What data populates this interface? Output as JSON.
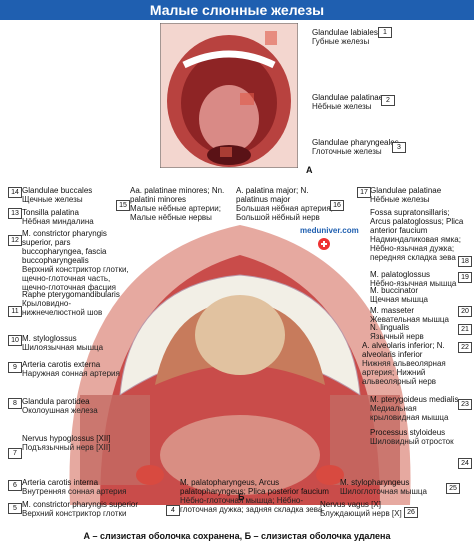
{
  "title": "Малые слюнные железы",
  "panel_a_letter": "А",
  "panel_b_letter": "Б",
  "logo": "meduniver.com",
  "caption": "А – слизистая оболочка сохранена, Б – слизистая оболочка удалена",
  "labels": [
    {
      "n": "1",
      "lat": "Glandulae labiales",
      "ru": "Губные железы"
    },
    {
      "n": "2",
      "lat": "Glandulae palatinae",
      "ru": "Нёбные железы"
    },
    {
      "n": "3",
      "lat": "Glandulae pharyngeales",
      "ru": "Глоточные железы"
    },
    {
      "n": "14",
      "lat": "Glandulae buccales",
      "ru": "Щечные железы"
    },
    {
      "n": "13",
      "lat": "Tonsilla palatina",
      "ru": "Нёбная миндалина"
    },
    {
      "n": "12",
      "lat": "M. constrictor pharyngis superior, pars buccopharyngea, fascia buccopharyngealis",
      "ru": "Верхний констриктор глотки, щечно-глоточная часть, щечно-глоточная фасция"
    },
    {
      "n": "11",
      "lat": "Raphe pterygomandibularis",
      "ru": "Крыловидно-нижнечелюстной шов"
    },
    {
      "n": "10",
      "lat": "M. styloglossus",
      "ru": "Шилоязычная мышца"
    },
    {
      "n": "9",
      "lat": "Arteria carotis externa",
      "ru": "Наружная сонная артерия"
    },
    {
      "n": "8",
      "lat": "Glandula parotidea",
      "ru": "Околоушная железа"
    },
    {
      "n": "7",
      "lat": "Nervus hypoglossus [XII]",
      "ru": "Подъязычный нерв [XII]"
    },
    {
      "n": "6",
      "lat": "Arteria carotis interna",
      "ru": "Внутренняя сонная артерия"
    },
    {
      "n": "5",
      "lat": "M. constrictor pharyngis superior",
      "ru": "Верхний констриктор глотки"
    },
    {
      "n": "15",
      "lat": "Aa. palatinae minores; Nn. palatini minores",
      "ru": "Малые нёбные артерии; Малые нёбные нервы"
    },
    {
      "n": "16",
      "lat": "A. palatina major; N. palatinus major",
      "ru": "Большая нёбная артерия; Большой нёбный нерв"
    },
    {
      "n": "17",
      "lat": "Glandulae palatinae",
      "ru": "Нёбные железы"
    },
    {
      "n": "18",
      "lat": "Fossa supratonsillaris; Arcus palatoglossus; Plica anterior faucium",
      "ru": "Надминдаликовая ямка; Нёбно-язычная дужка; передняя складка зева"
    },
    {
      "n": "19",
      "lat": "M. palatoglossus",
      "ru": "Нёбно-язычная мышца"
    },
    {
      "n": "",
      "lat": "M. buccinator",
      "ru": "Щечная мышца"
    },
    {
      "n": "20",
      "lat": "M. masseter",
      "ru": "Жевательная мышца"
    },
    {
      "n": "21",
      "lat": "N. lingualis",
      "ru": "Язычный нерв"
    },
    {
      "n": "22",
      "lat": "A. alveolaris inferior; N. alveolaris inferior",
      "ru": "Нижняя альвеолярная артерия; Нижний альвеолярный нерв"
    },
    {
      "n": "23",
      "lat": "M. pterygoideus medialis",
      "ru": "Медиальная крыловидная мышца"
    },
    {
      "n": "24",
      "lat": "Processus styloideus",
      "ru": "Шиловидный отросток"
    },
    {
      "n": "25",
      "lat": "M. stylopharyngeus",
      "ru": "Шилоглоточная мышца"
    },
    {
      "n": "26",
      "lat": "Nervus vagus [X]",
      "ru": "Блуждающий нерв [X]"
    },
    {
      "n": "4",
      "lat": "M. palatopharyngeus, Arcus palatopharyngeus; Plica posterior faucium",
      "ru": "Нёбно-глоточная мышца; Нёбно-глоточная дужка; задняя складка зева"
    }
  ]
}
